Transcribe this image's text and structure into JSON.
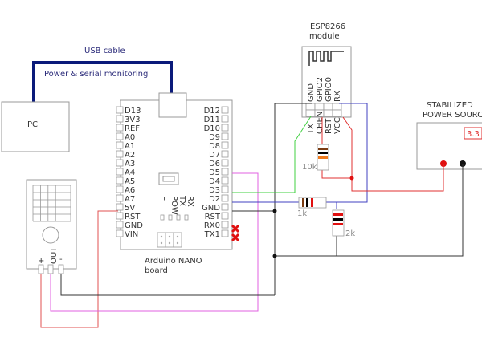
{
  "labels": {
    "usb_cable": "USB cable",
    "usb_function": "Power & serial monitoring",
    "pc": "PC",
    "arduino_line1": "Arduino NANO",
    "arduino_line2": "board",
    "esp_line1": "ESP8266",
    "esp_line2": "module",
    "power_line1": "STABILIZED",
    "power_line2": "POWER SOURCE",
    "power_voltage": "3.3"
  },
  "arduino": {
    "left_pins": [
      "D13",
      "3V3",
      "REF",
      "A0",
      "A1",
      "A2",
      "A3",
      "A4",
      "A5",
      "A6",
      "A7",
      "5V",
      "RST",
      "GND",
      "VIN"
    ],
    "right_pins": [
      "D12",
      "D11",
      "D10",
      "D9",
      "D8",
      "D7",
      "D6",
      "D5",
      "D4",
      "D3",
      "D2",
      "GND",
      "RST",
      "RX0",
      "TX1"
    ],
    "leds": [
      "L",
      "POW",
      "TX",
      "RX"
    ],
    "unused_pins_marked": [
      "RX0",
      "TX1"
    ]
  },
  "esp8266": {
    "top_pins": [
      "GND",
      "GPIO2",
      "GPIO0",
      "RX"
    ],
    "bottom_pins": [
      "TX",
      "CHEN",
      "RST",
      "VCC"
    ]
  },
  "sensor": {
    "pins": [
      "+",
      "OUT",
      "-"
    ]
  },
  "resistors": [
    {
      "value": "10k",
      "bands": [
        "#7a3b12",
        "#000000",
        "#f07b1d"
      ]
    },
    {
      "value": "1k",
      "bands": [
        "#7a3b12",
        "#000000",
        "#e01010"
      ]
    },
    {
      "value": "2k",
      "bands": [
        "#e01010",
        "#000000",
        "#e01010"
      ]
    }
  ],
  "colors": {
    "usb": "#0a1a7a",
    "power": "#e03030",
    "ground": "#333333",
    "signal_d5": "#e060e0",
    "signal_d3": "#40d040",
    "signal_d2": "#4040c0"
  }
}
